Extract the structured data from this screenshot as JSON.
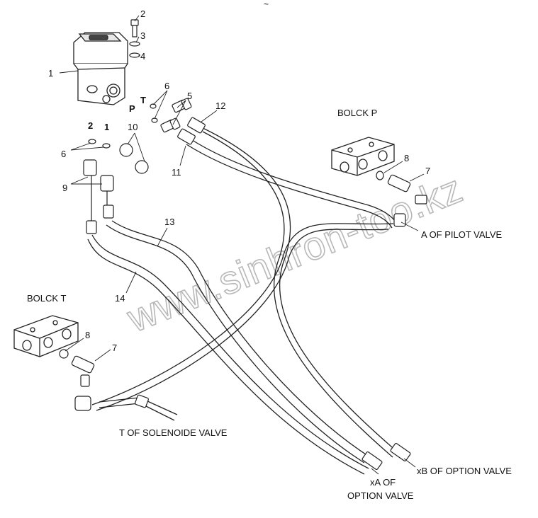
{
  "watermark": "www.sinhron-too.kz",
  "top_mark": "~",
  "callouts": {
    "c1": "1",
    "c2": "2",
    "c3": "3",
    "c4": "4",
    "c5": "5",
    "c6a": "6",
    "c6b": "6",
    "c7a": "7",
    "c7b": "7",
    "c8a": "8",
    "c8b": "8",
    "c9": "9",
    "c10": "10",
    "c11": "11",
    "c12": "12",
    "c13": "13",
    "c14": "14"
  },
  "port_marks": {
    "T": "T",
    "P": "P",
    "two": "2",
    "one": "1"
  },
  "labels": {
    "block_p": "BOLCK P",
    "block_t": "BOLCK T",
    "a_pilot": "A OF PILOT VALVE",
    "t_solenoid": "T OF SOLENOIDE VALVE",
    "xb_option": "xB OF OPTION VALVE",
    "xa_line1": "xA OF",
    "xa_line2": "OPTION VALVE"
  }
}
